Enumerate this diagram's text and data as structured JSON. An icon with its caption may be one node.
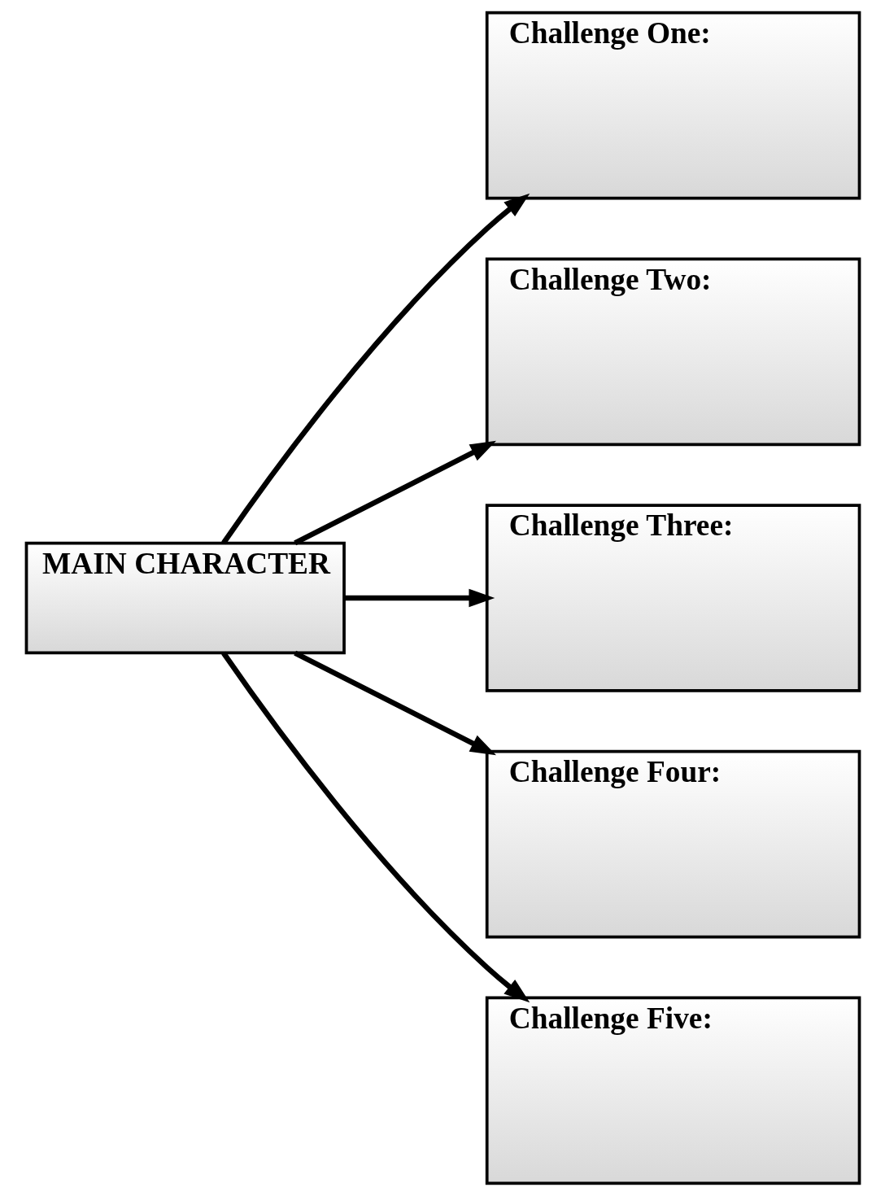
{
  "diagram": {
    "nodes": [
      {
        "text": [
          "MAIN CHARACTER"
        ]
      },
      {
        "text": [
          "Challenge One:"
        ]
      },
      {
        "text": [
          "Challenge Two:"
        ]
      },
      {
        "text": [
          "Challenge Three:"
        ]
      },
      {
        "text": [
          "Challenge Four:"
        ]
      },
      {
        "text": [
          "Challenge Five:"
        ]
      }
    ],
    "edges": [
      {
        "from": 0,
        "to": 1,
        "arrow": "to"
      },
      {
        "from": 0,
        "to": 2,
        "arrow": "to"
      },
      {
        "from": 0,
        "to": 3,
        "arrow": "to"
      },
      {
        "from": 0,
        "to": 4,
        "arrow": "to"
      },
      {
        "from": 0,
        "to": 5,
        "arrow": "to"
      }
    ]
  }
}
